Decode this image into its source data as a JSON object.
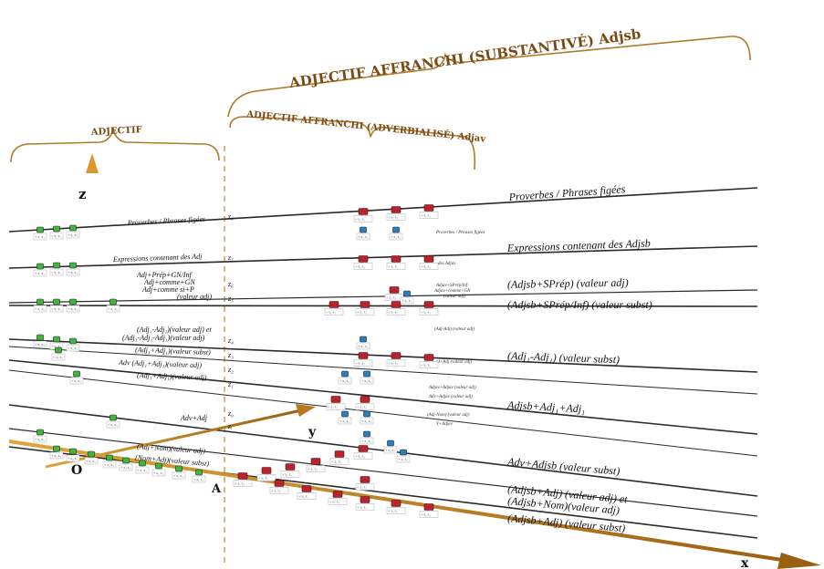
{
  "headers": {
    "adjectif": "ADJECTIF",
    "substantive": "ADJECTIF AFFRANCHI (SUBSTANTIVÉ) Adjsb",
    "adverbialise": "ADJECTIF AFFRANCHI (ADVERBIALISÉ) Adjav"
  },
  "axes": {
    "z": "z",
    "y": "y",
    "x": "x",
    "origin": "O",
    "point_a": "A"
  },
  "left_labels": [
    "Proverbes / Phrases figées",
    "Expressions contenant des Adj",
    "Adj+Prép+GN/Inf",
    "Adj+comme+GN",
    "Adj+comme si+P",
    "(valeur adj)",
    "(Adj₁-Adj₁)(valeur adj) et",
    "(Adj₁-Adj₁-Adj₁)(valeur adj)",
    "(Adj₁+Adj₁)(valeur subst)",
    "Adv (Adj₁+Adj₁)(valeur adj)",
    "(Adj₁+Adj₁)(valeur adj)",
    "Adv+Adj",
    "(Adj+Nom)(valeur adj)",
    "(Nom+Adj)(valeur subst)"
  ],
  "z_labels": [
    "z₈",
    "z₇",
    "z₆",
    "z₅",
    "z₄",
    "z₃",
    "z₂",
    "z₁",
    "z₀",
    "zᵢ"
  ],
  "right_labels": [
    "Proverbes / Phrases figées",
    "Expressions contenant des Adjsb",
    "(Adjsb+SPrép) (valeur adj)",
    "(Adjsb+SPrép/Inf) (valeur subst)",
    "(Adj₁-Adj₁) (valeur subst)",
    "Adjsb+Adj₁+Adj₁",
    "Adv+Adjsb (valeur subst)",
    "(Adjsb+Adj) (valeur adj) et",
    "(Adjsb+Nom)(valeur adj)",
    "(Adjsb+Adj) (valeur subst)"
  ],
  "tiny_labels": [
    "Proverbes / Phrases figées",
    "des Adjav",
    "Adjav+SPrép/Inf",
    "Adjav+comme+GN",
    "(valeur adj)",
    "(Adj-Adj) (valeur adj)",
    "pl+Adj (valeur adj)",
    "Adjav+Adjav (valeur adj)",
    "Adv+Adjav (valeur adj)",
    "(Adj-Nom) (valeur adj)",
    "Y+Adjav"
  ],
  "node_caption": "+ x₁ z₁",
  "colors": {
    "header": "#7a4a12",
    "axis_gold": "#c98a1e",
    "node_red": "#c0202a",
    "node_green": "#3db83d",
    "node_blue": "#2a7fc0",
    "line": "#2a2a2a"
  }
}
